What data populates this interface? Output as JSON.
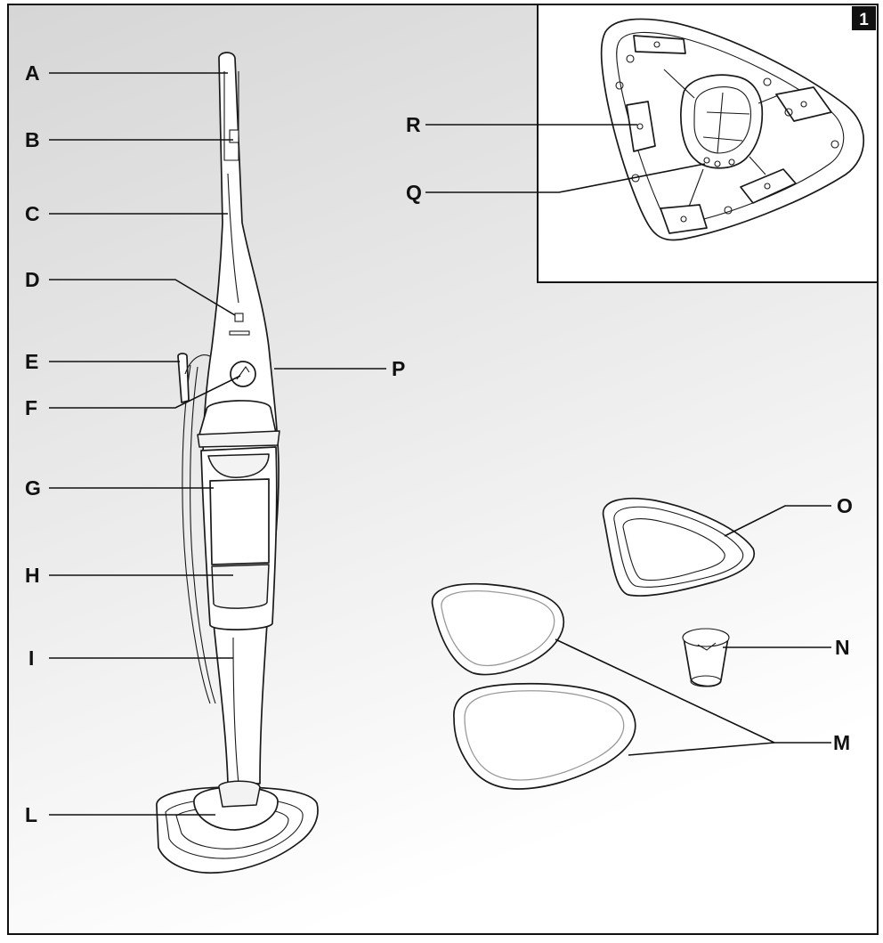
{
  "figure": {
    "number": "1",
    "labels": {
      "A": "A",
      "B": "B",
      "C": "C",
      "D": "D",
      "E": "E",
      "F": "F",
      "G": "G",
      "H": "H",
      "I": "I",
      "L": "L",
      "M": "M",
      "N": "N",
      "O": "O",
      "P": "P",
      "Q": "Q",
      "R": "R"
    }
  },
  "colors": {
    "frame": "#111111",
    "background_top": "#d9d9d9",
    "background_bottom": "#ffffff",
    "number_badge": "#111111",
    "number_text": "#ffffff"
  }
}
